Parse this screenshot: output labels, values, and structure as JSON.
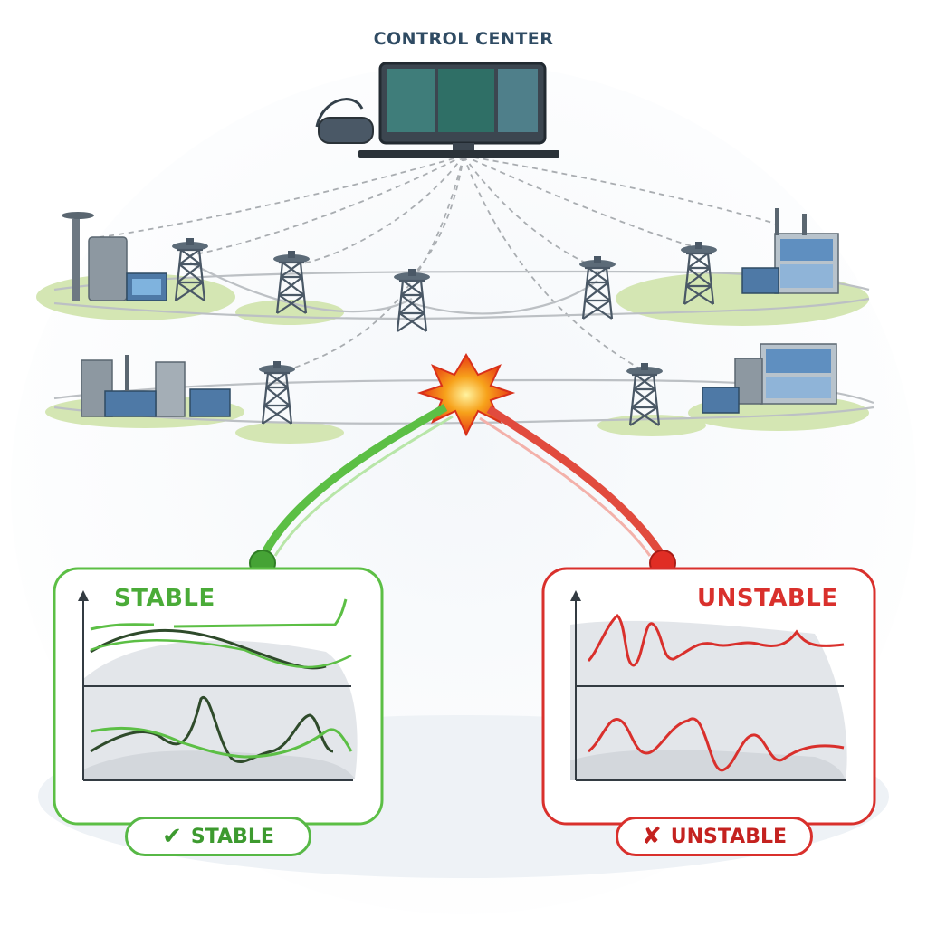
{
  "header": {
    "title": "CONTROL CENTER"
  },
  "stable_panel": {
    "label": "STABLE",
    "badge_label": "STABLE",
    "icon": "check-icon",
    "color": "#4aab38"
  },
  "unstable_panel": {
    "label": "UNSTABLE",
    "badge_label": "UNSTABLE",
    "icon": "x-icon",
    "color": "#d9302c"
  },
  "fault": {
    "icon": "explosion-icon",
    "color": "#f05a1e"
  },
  "colors": {
    "grid_line": "#b8bcc0",
    "comm_link": "#a9adb1",
    "tower": "#4a5866",
    "ground": "#cfe3a8"
  }
}
